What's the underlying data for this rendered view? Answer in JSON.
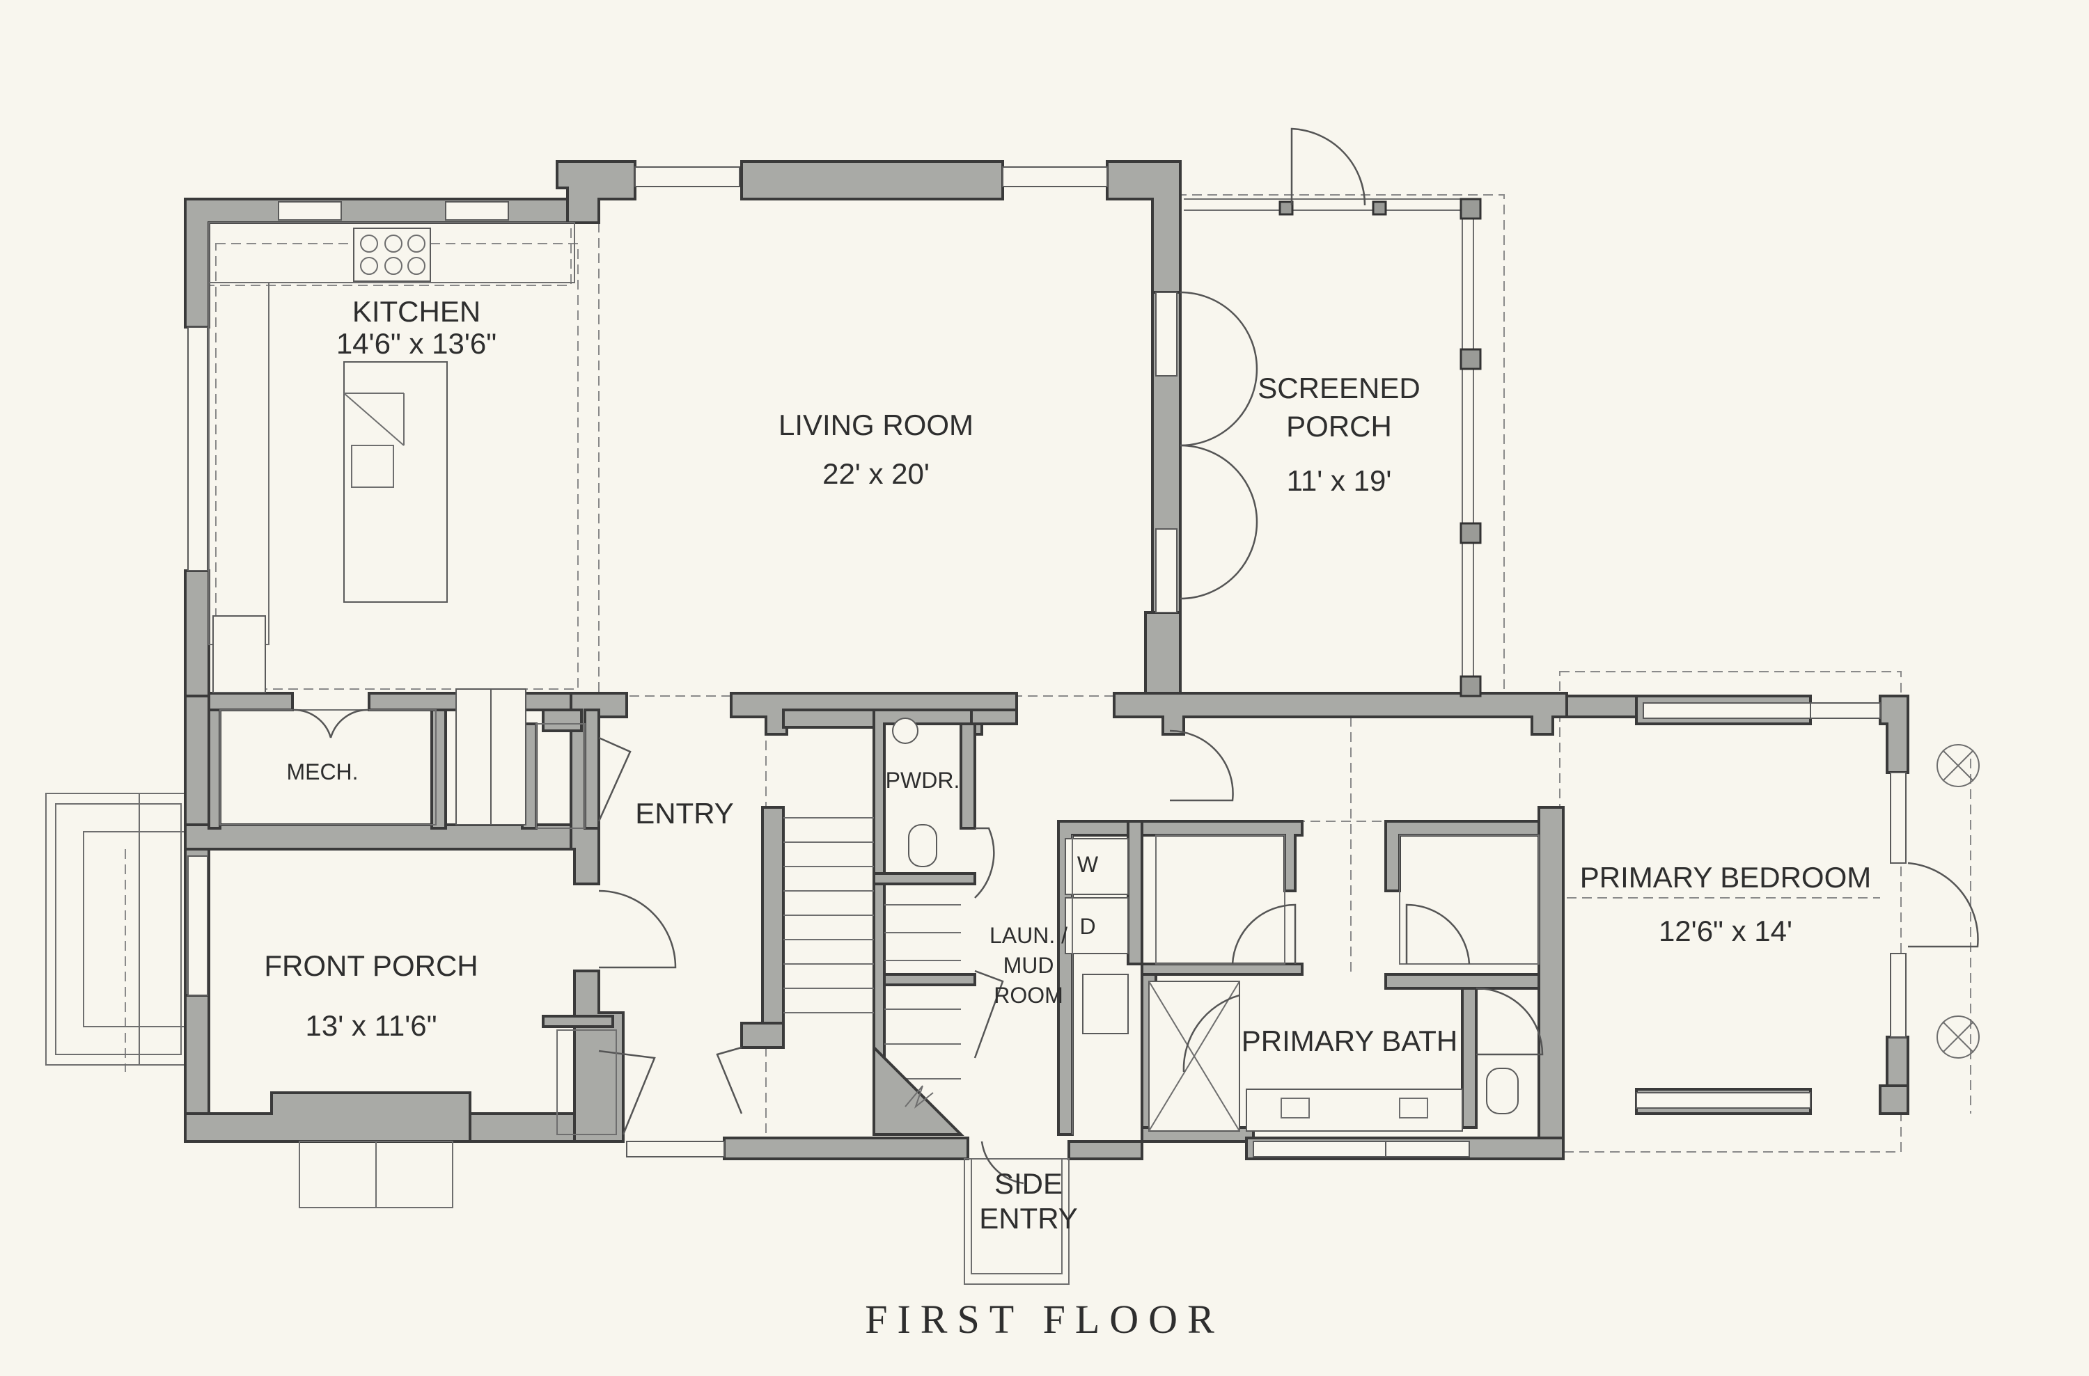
{
  "title": "FIRST FLOOR",
  "colors": {
    "background": "#f8f6ee",
    "wall_fill": "#a9aaa6",
    "wall_stroke": "#3a3a3a",
    "text": "#2e2e2e"
  },
  "rooms": {
    "kitchen": {
      "name": "KITCHEN",
      "dims": "14'6\" x 13'6\""
    },
    "living_room": {
      "name": "LIVING ROOM",
      "dims": "22' x 20'"
    },
    "screened_porch": {
      "name_line1": "SCREENED",
      "name_line2": "PORCH",
      "dims": "11' x 19'"
    },
    "mech": {
      "name": "MECH."
    },
    "pwdr": {
      "name": "PWDR."
    },
    "entry": {
      "name": "ENTRY"
    },
    "front_porch": {
      "name": "FRONT PORCH",
      "dims": "13' x 11'6\""
    },
    "laundry": {
      "line1": "LAUN. /",
      "line2": "MUD",
      "line3": "ROOM"
    },
    "primary_bath": {
      "name": "PRIMARY BATH"
    },
    "primary_bedroom": {
      "name": "PRIMARY BEDROOM",
      "dims": "12'6\" x 14'"
    },
    "side_entry": {
      "line1": "SIDE",
      "line2": "ENTRY"
    }
  },
  "appliances": {
    "washer": "W",
    "dryer": "D"
  }
}
